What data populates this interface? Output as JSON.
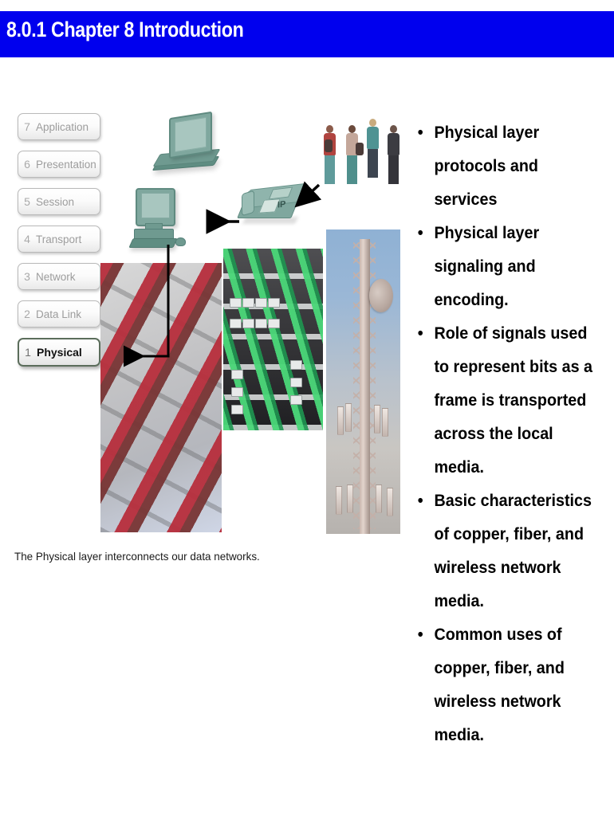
{
  "header": {
    "title": "8.0.1 Chapter 8 Introduction",
    "background_color": "#0000ee",
    "text_color": "#ffffff"
  },
  "osi_stack": {
    "name": "OSI model layer stack",
    "layers": [
      {
        "number": "7",
        "label": "Application",
        "active": false
      },
      {
        "number": "6",
        "label": "Presentation",
        "active": false
      },
      {
        "number": "5",
        "label": "Session",
        "active": false
      },
      {
        "number": "4",
        "label": "Transport",
        "active": false
      },
      {
        "number": "3",
        "label": "Network",
        "active": false
      },
      {
        "number": "2",
        "label": "Data Link",
        "active": false
      },
      {
        "number": "1",
        "label": "Physical",
        "active": true
      }
    ]
  },
  "devices": {
    "laptop": "laptop-icon",
    "desktop": "desktop-computer-icon",
    "ip_phone": "ip-phone-icon",
    "ip_phone_label": "IP"
  },
  "photos": {
    "people": "group-of-people-photo",
    "cables_red": "red-network-cables-photo",
    "cables_green": "green-patch-panel-cables-photo",
    "tower": "wireless-radio-tower-photo"
  },
  "caption": {
    "text": "The Physical layer interconnects our data networks."
  },
  "bullets": {
    "marker": "•",
    "items": [
      "Physical layer protocols and services",
      "Physical layer signaling and encoding.",
      "Role of signals used to represent bits as a frame is transported across the local media.",
      "Basic characteristics of copper, fiber, and wireless network media.",
      "Common uses of copper, fiber, and wireless network media."
    ]
  }
}
